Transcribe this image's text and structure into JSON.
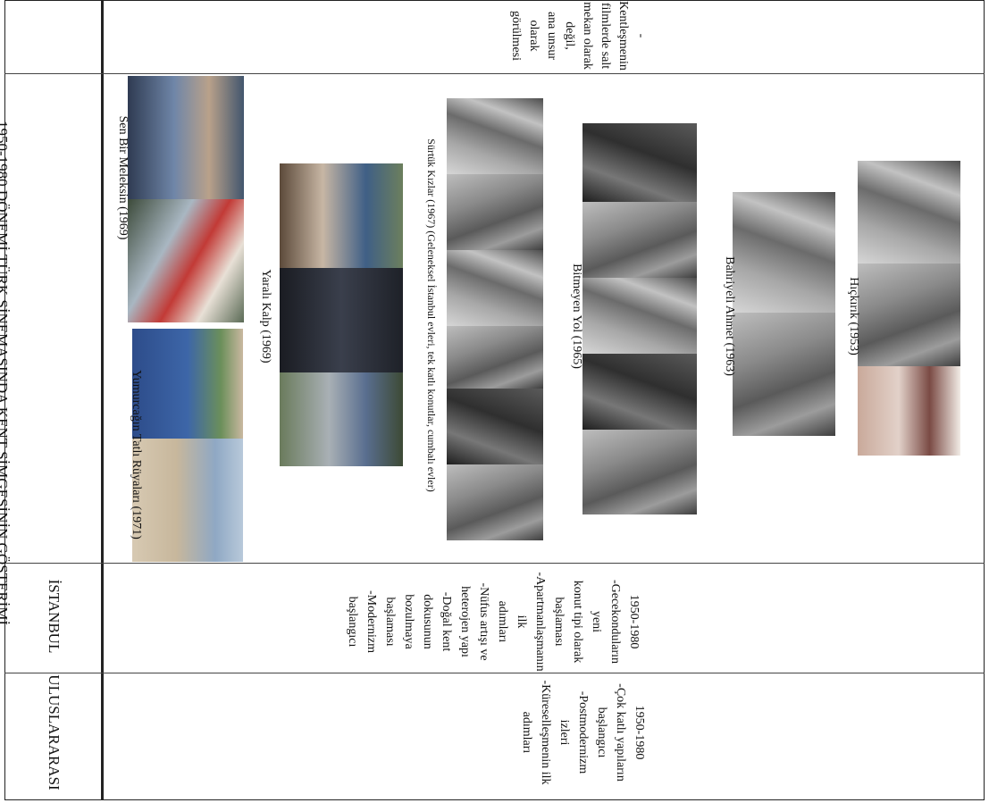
{
  "row_titles": {
    "main": "1950-1980 DÖNEMİ TÜRK SİNEMASINDA KENT SİMGESİNİN GÖSTERİMİ",
    "istanbul": "İSTANBUL",
    "international": "ULUSLARARASI"
  },
  "top_note": "-Kentleşmenin\nfilmlerde salt\nmekan olarak\ndeğil,\nana unsur\nolarak\ngörülmesi",
  "films": [
    {
      "caption": "Hıçkırık (1953)"
    },
    {
      "caption": "Bahriyeli Ahmet (1963)"
    },
    {
      "caption": "Bitmeyen Yol (1965)"
    },
    {
      "caption": "Sürtük Kızlar (1967) (Geleneksel İstanbul evleri, tek katlı konutlar, cumbalı evler)"
    },
    {
      "caption": "Yaralı Kalp (1969)"
    },
    {
      "caption": "Sen Bir Meleksin (1969)"
    },
    {
      "caption": "Yumurcağın Tatlı Rüyaları (1971)"
    }
  ],
  "istanbul_notes": "1950-1980\n-Gecekonduların yeni\nkonut tipi olarak\nbaşlaması\n-Apartmanlaşmanın ilk\nadımları\n-Nüfus artışı ve\nheterojen yapı\n-Doğal kent dokusunun\nbozulmaya başlaması\n-Modernizm başlangıcı",
  "international_notes": "1950-1980\n-Çok katlı yapıların\nbaşlangıcı\n-Postmodernizm izleri\n-Küreselleşmenin ilk\nadımları"
}
